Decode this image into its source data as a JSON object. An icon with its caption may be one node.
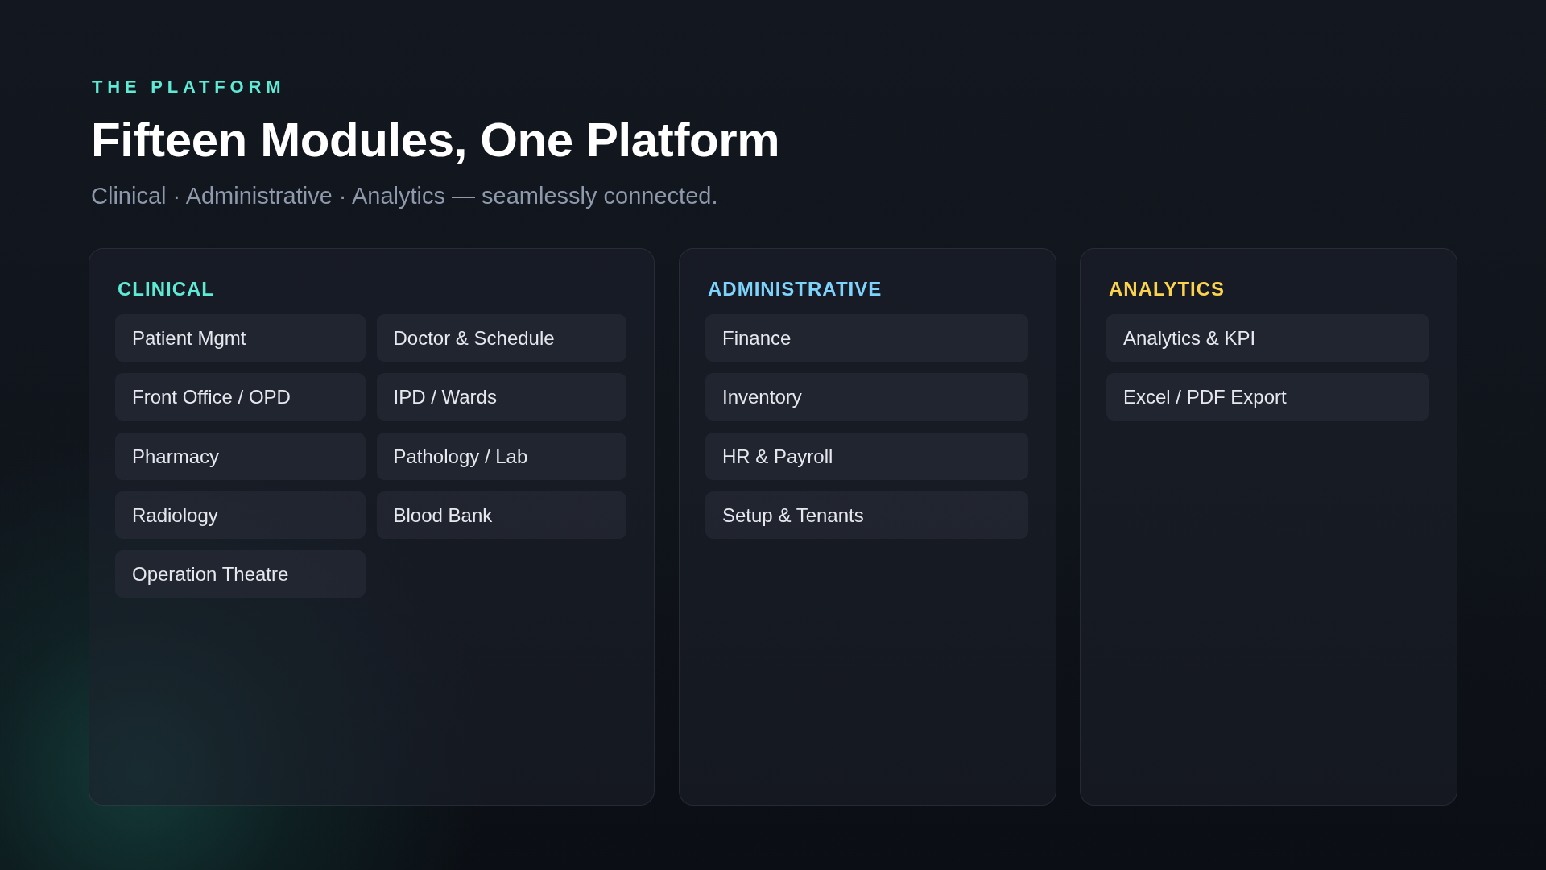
{
  "diagram": {
    "title": "Fifteen Modules, One Platform",
    "nodes": [
      {
        "text": [
          "CLINICAL"
        ]
      },
      {
        "text": [
          "Patient Mgmt"
        ],
        "in": 0
      },
      {
        "text": [
          "Doctor & Schedule"
        ],
        "in": 0
      },
      {
        "text": [
          "Front Office / OPD"
        ],
        "in": 0
      },
      {
        "text": [
          "IPD / Wards"
        ],
        "in": 0
      },
      {
        "text": [
          "Pharmacy"
        ],
        "in": 0
      },
      {
        "text": [
          "Pathology / Lab"
        ],
        "in": 0
      },
      {
        "text": [
          "Radiology"
        ],
        "in": 0
      },
      {
        "text": [
          "Blood Bank"
        ],
        "in": 0
      },
      {
        "text": [
          "Operation Theatre"
        ],
        "in": 0
      },
      {
        "text": [
          "ADMINISTRATIVE"
        ]
      },
      {
        "text": [
          "Finance"
        ],
        "in": 10
      },
      {
        "text": [
          "Inventory"
        ],
        "in": 10
      },
      {
        "text": [
          "HR & Payroll"
        ],
        "in": 10
      },
      {
        "text": [
          "Setup & Tenants"
        ],
        "in": 10
      },
      {
        "text": [
          "ANALYTICS"
        ]
      },
      {
        "text": [
          "Analytics & KPI"
        ],
        "in": 15
      },
      {
        "text": [
          "Excel / PDF Export"
        ],
        "in": 15
      }
    ],
    "labels": [
      "THE PLATFORM",
      "Clinical · Administrative · Analytics — seamlessly connected."
    ]
  }
}
